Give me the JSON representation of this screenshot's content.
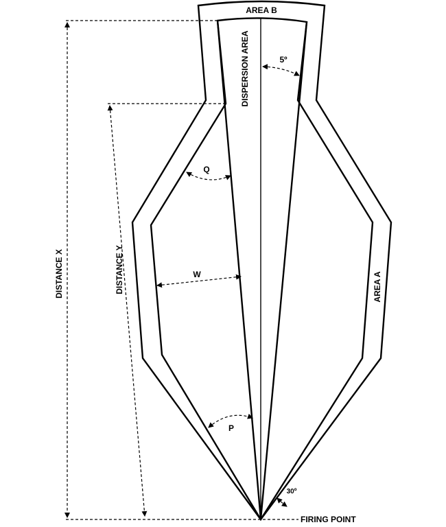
{
  "diagram": {
    "labels": {
      "area_b": "AREA B",
      "dispersion_area": "DISPERSION AREA",
      "angle_5": "5º",
      "angle_q": "Q",
      "angle_w": "W",
      "angle_p": "P",
      "distance_x": "DISTANCE X",
      "distance_y": "DISTANCE Y",
      "area_a": "AREA A",
      "angle_30": "30º",
      "firing_point": "FIRING POINT"
    }
  }
}
